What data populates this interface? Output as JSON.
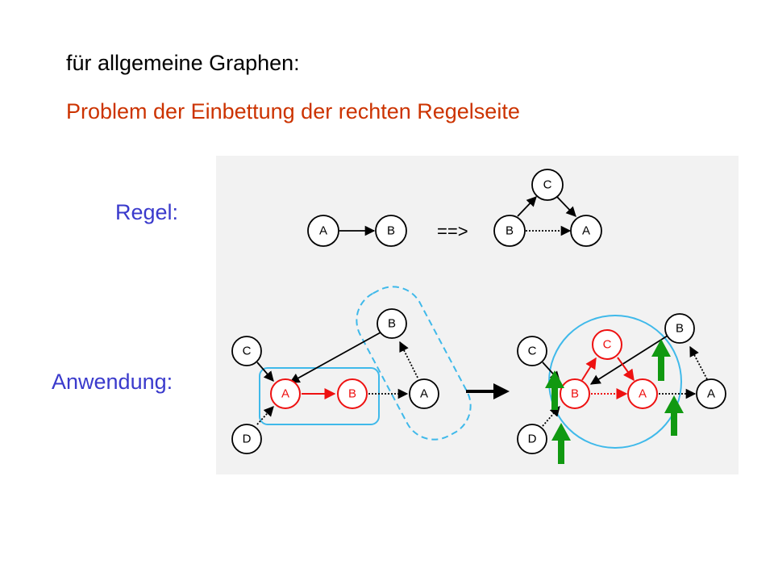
{
  "title": "für allgemeine Graphen:",
  "subtitle": "Problem der Einbettung der rechten Regelseite",
  "rule_label": "Regel:",
  "application_label": "Anwendung:",
  "rule_arrow": "==>",
  "colors": {
    "black": "#000000",
    "red": "#ee1111",
    "blue_highlight": "#3fb9ea",
    "green_arrow": "#119911",
    "panel_bg": "#f2f2f2",
    "label_blue": "#3a3acc",
    "subtitle_orange": "#cc3300"
  },
  "rule": {
    "left_nodes": {
      "a": "A",
      "b": "B"
    },
    "right_nodes": {
      "c": "C",
      "b": "B",
      "a": "A"
    }
  },
  "application": {
    "before": {
      "c": "C",
      "a_red": "A",
      "b_red": "B",
      "a": "A",
      "b": "B",
      "d": "D"
    },
    "after": {
      "c": "C",
      "b_red": "B",
      "a_red": "A",
      "c_red": "C",
      "b": "B",
      "a": "A",
      "d": "D"
    }
  }
}
